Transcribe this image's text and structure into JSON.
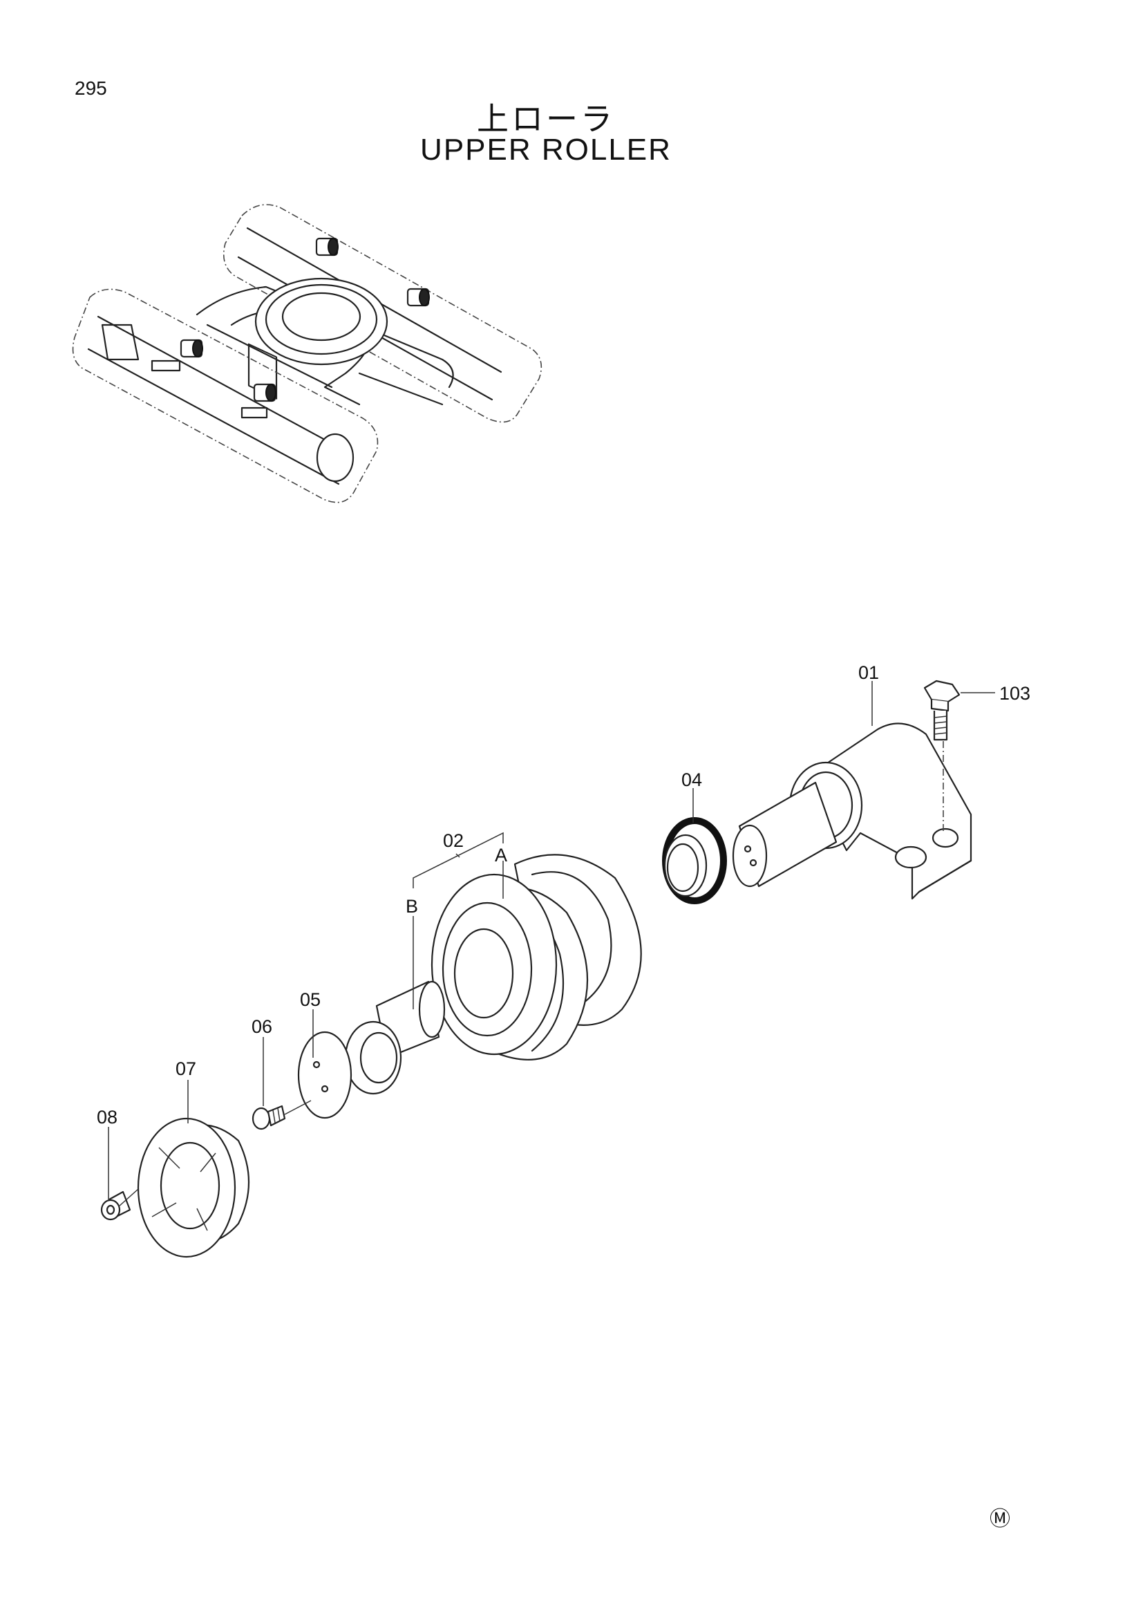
{
  "page": {
    "number": "295",
    "title_jp": "上ローラ",
    "title_en": "UPPER  ROLLER",
    "mark": "Ⓜ"
  },
  "parts": {
    "p01": "01",
    "p02": "02",
    "p04": "04",
    "p05": "05",
    "p06": "06",
    "p07": "07",
    "p08": "08",
    "p103": "103",
    "subA": "A",
    "subB": "B"
  }
}
